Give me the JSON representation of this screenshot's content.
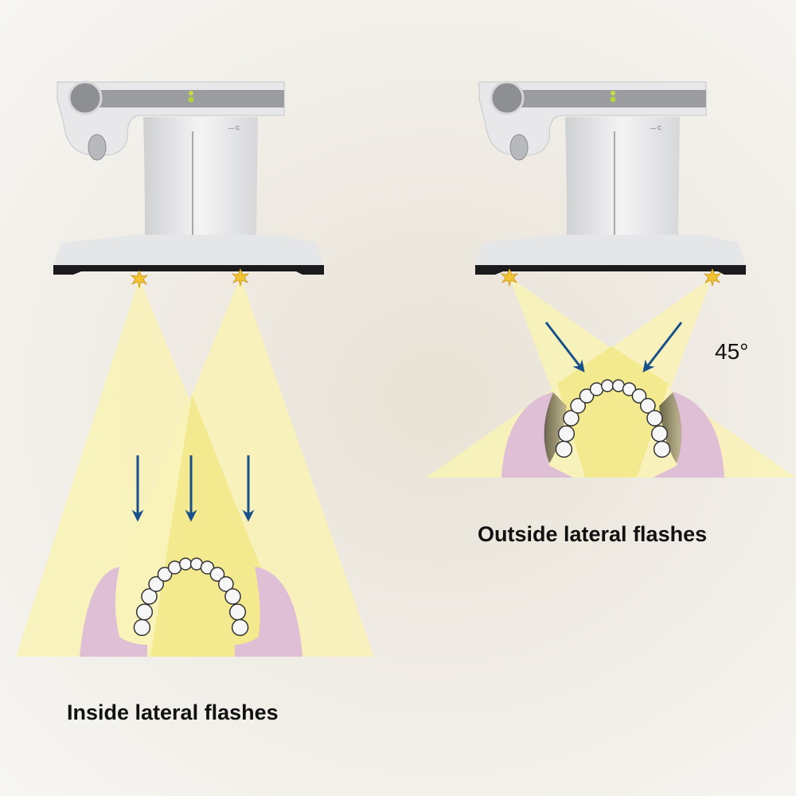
{
  "panels": [
    {
      "id": "inside",
      "caption": "Inside lateral flashes"
    },
    {
      "id": "outside",
      "caption": "Outside lateral flashes",
      "angle_label": "45°"
    }
  ],
  "colors": {
    "beam": "#f8f2b8",
    "beam_overlap": "#f3e98f",
    "gum": "#dfbfd6",
    "arrow": "#17508a",
    "flash": "#f1c232"
  }
}
